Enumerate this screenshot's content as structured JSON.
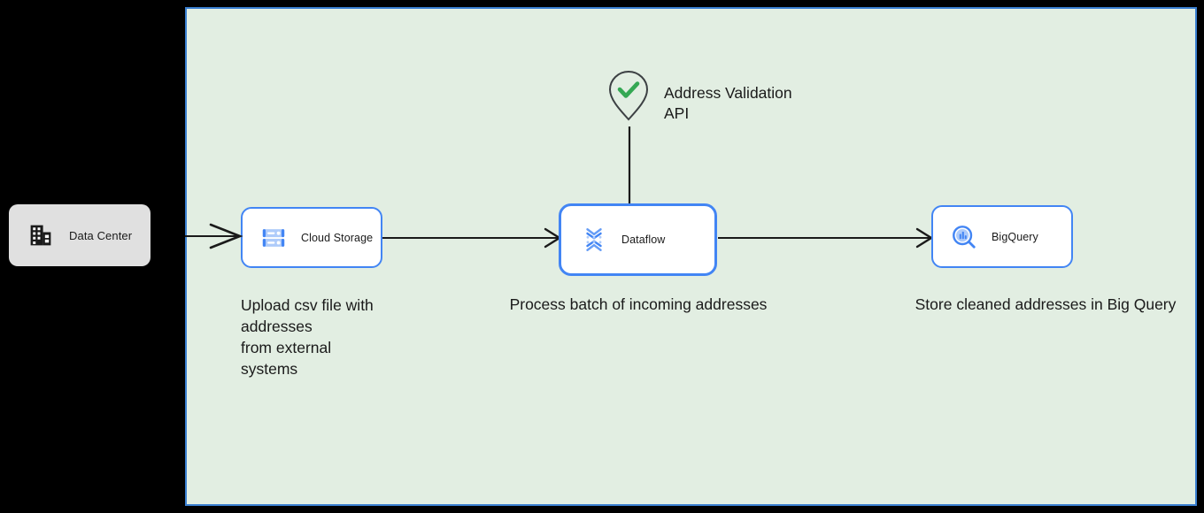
{
  "canvas": {
    "background_color": "#e2eee2",
    "border_color": "#3a7fd0",
    "page_background": "#000000"
  },
  "nodes": [
    {
      "id": "data-center",
      "label": "Data Center",
      "icon": "office-building-icon",
      "style": "gray-rounded",
      "fill": "#e0e0e0",
      "icon_color": "#1a1a1a"
    },
    {
      "id": "cloud-storage",
      "label": "Cloud Storage",
      "icon": "cloud-storage-icon",
      "style": "white-blue-outline",
      "fill": "#ffffff",
      "border": "#4285f4",
      "icon_color": "#669df6"
    },
    {
      "id": "dataflow",
      "label": "Dataflow",
      "icon": "dataflow-icon",
      "style": "white-blue-outline-selected",
      "fill": "#ffffff",
      "border": "#4285f4",
      "icon_color": "#669df6"
    },
    {
      "id": "bigquery",
      "label": "BigQuery",
      "icon": "bigquery-magnifier-icon",
      "style": "white-blue-outline",
      "fill": "#ffffff",
      "border": "#4285f4",
      "icon_color": "#4285f4"
    },
    {
      "id": "address-validation-api",
      "label": "Address Validation\nAPI",
      "icon": "map-pin-check-icon",
      "style": "pin-only",
      "pin_outline_color": "#3c4043",
      "check_color": "#34a853"
    }
  ],
  "captions": {
    "cloud_storage": "Upload csv file with\naddresses\nfrom external\nsystems",
    "dataflow": "Process batch of incoming addresses",
    "bigquery": "Store cleaned addresses in Big Query"
  },
  "edges": [
    {
      "id": "datacenter-to-cloudstorage",
      "from": "data-center",
      "to": "cloud-storage",
      "arrow": "open",
      "color": "#1a1a1a"
    },
    {
      "id": "cloudstorage-to-dataflow",
      "from": "cloud-storage",
      "to": "dataflow",
      "arrow": "open",
      "color": "#1a1a1a"
    },
    {
      "id": "dataflow-to-bigquery",
      "from": "dataflow",
      "to": "bigquery",
      "arrow": "open",
      "color": "#1a1a1a"
    },
    {
      "id": "validation-to-dataflow",
      "from": "address-validation-api",
      "to": "dataflow",
      "arrow": "none",
      "color": "#1a1a1a"
    }
  ]
}
